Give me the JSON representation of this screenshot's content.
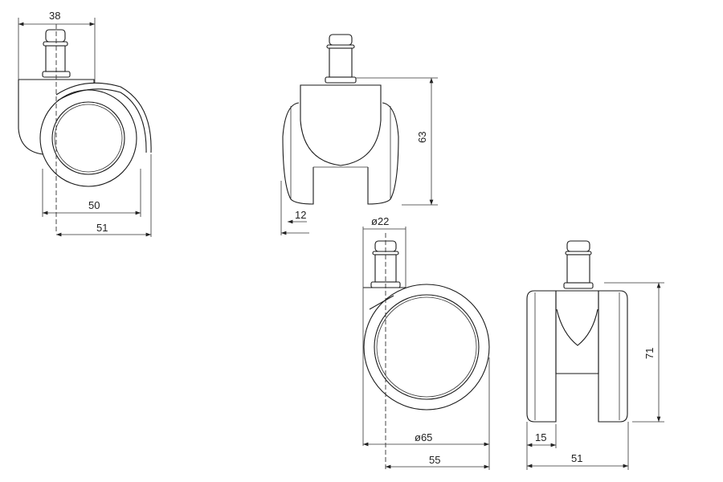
{
  "drawing": {
    "views": [
      {
        "name": "side-view-small",
        "dimensions": {
          "stem_offset": "38",
          "width_inner": "50",
          "width_total": "51"
        }
      },
      {
        "name": "front-view-small",
        "dimensions": {
          "height": "63",
          "wheel_width": "12"
        }
      },
      {
        "name": "side-view-large",
        "dimensions": {
          "stem_diameter": "ø22",
          "wheel_diameter": "ø65",
          "width": "55"
        }
      },
      {
        "name": "front-view-large",
        "dimensions": {
          "height": "71",
          "wheel_width": "15",
          "width_total": "51"
        }
      }
    ]
  }
}
